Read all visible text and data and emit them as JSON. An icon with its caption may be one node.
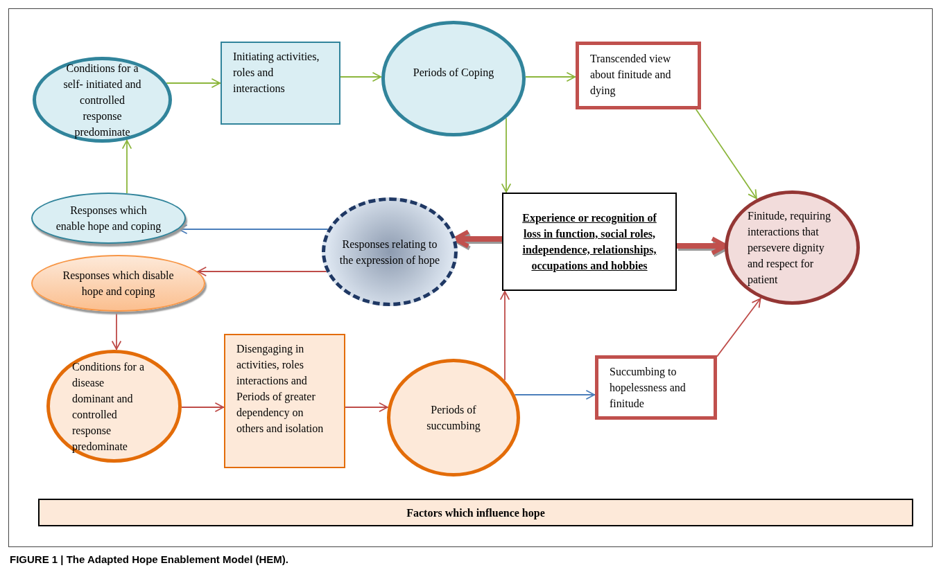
{
  "diagram": {
    "caption": "FIGURE 1 | The Adapted Hope Enablement Model (HEM).",
    "nodes": [
      {
        "text": [
          "Conditions for a self- initiated and controlled response predominate"
        ]
      },
      {
        "text": [
          "Initiating activities, roles and interactions"
        ]
      },
      {
        "text": [
          "Periods of Coping"
        ]
      },
      {
        "text": [
          "Transcended view about finitude and dying"
        ]
      },
      {
        "text": [
          "Responses which enable hope and coping"
        ]
      },
      {
        "text": [
          "Responses relating to the expression of hope"
        ]
      },
      {
        "text": [
          "Experience or recognition of loss in function, social roles, independence, relationships, occupations and hobbies"
        ]
      },
      {
        "text": [
          "Finitude, requiring interactions that persevere dignity and respect for patient"
        ]
      },
      {
        "text": [
          "Responses which disable hope and coping"
        ]
      },
      {
        "text": [
          "Conditions for a disease dominant and controlled response predominate"
        ]
      },
      {
        "text": [
          "Disengaging in activities, roles interactions and Periods of greater dependency on others and isolation"
        ]
      },
      {
        "text": [
          "Periods of succumbing"
        ]
      },
      {
        "text": [
          "Succumbing to hopelessness and finitude"
        ]
      },
      {
        "text": [
          "Factors which influence hope"
        ]
      }
    ],
    "edges": [
      {
        "from": 0,
        "to": 1,
        "arrow": "to",
        "color": "#8cb63c"
      },
      {
        "from": 1,
        "to": 2,
        "arrow": "to",
        "color": "#8cb63c"
      },
      {
        "from": 2,
        "to": 3,
        "arrow": "to",
        "color": "#8cb63c"
      },
      {
        "from": 3,
        "to": 7,
        "arrow": "to",
        "color": "#8cb63c"
      },
      {
        "from": 2,
        "to": 6,
        "arrow": "to",
        "color": "#8cb63c"
      },
      {
        "from": 4,
        "to": 0,
        "arrow": "to",
        "color": "#8cb63c"
      },
      {
        "from": 5,
        "to": 4,
        "arrow": "to",
        "color": "#4a7ebb"
      },
      {
        "from": 5,
        "to": 8,
        "arrow": "to",
        "color": "#be4b48"
      },
      {
        "from": 6,
        "to": 5,
        "arrow": "to",
        "style": "thick",
        "color": "#c0504d"
      },
      {
        "from": 6,
        "to": 7,
        "arrow": "to",
        "style": "thick",
        "color": "#c0504d"
      },
      {
        "from": 8,
        "to": 9,
        "arrow": "to",
        "color": "#be4b48"
      },
      {
        "from": 9,
        "to": 10,
        "arrow": "to",
        "color": "#be4b48"
      },
      {
        "from": 10,
        "to": 11,
        "arrow": "to",
        "color": "#be4b48"
      },
      {
        "from": 11,
        "to": 12,
        "arrow": "to",
        "color": "#4a7ebb"
      },
      {
        "from": 11,
        "to": 6,
        "arrow": "to",
        "color": "#be4b48"
      },
      {
        "from": 12,
        "to": 7,
        "arrow": "to",
        "color": "#be4b48"
      }
    ]
  }
}
